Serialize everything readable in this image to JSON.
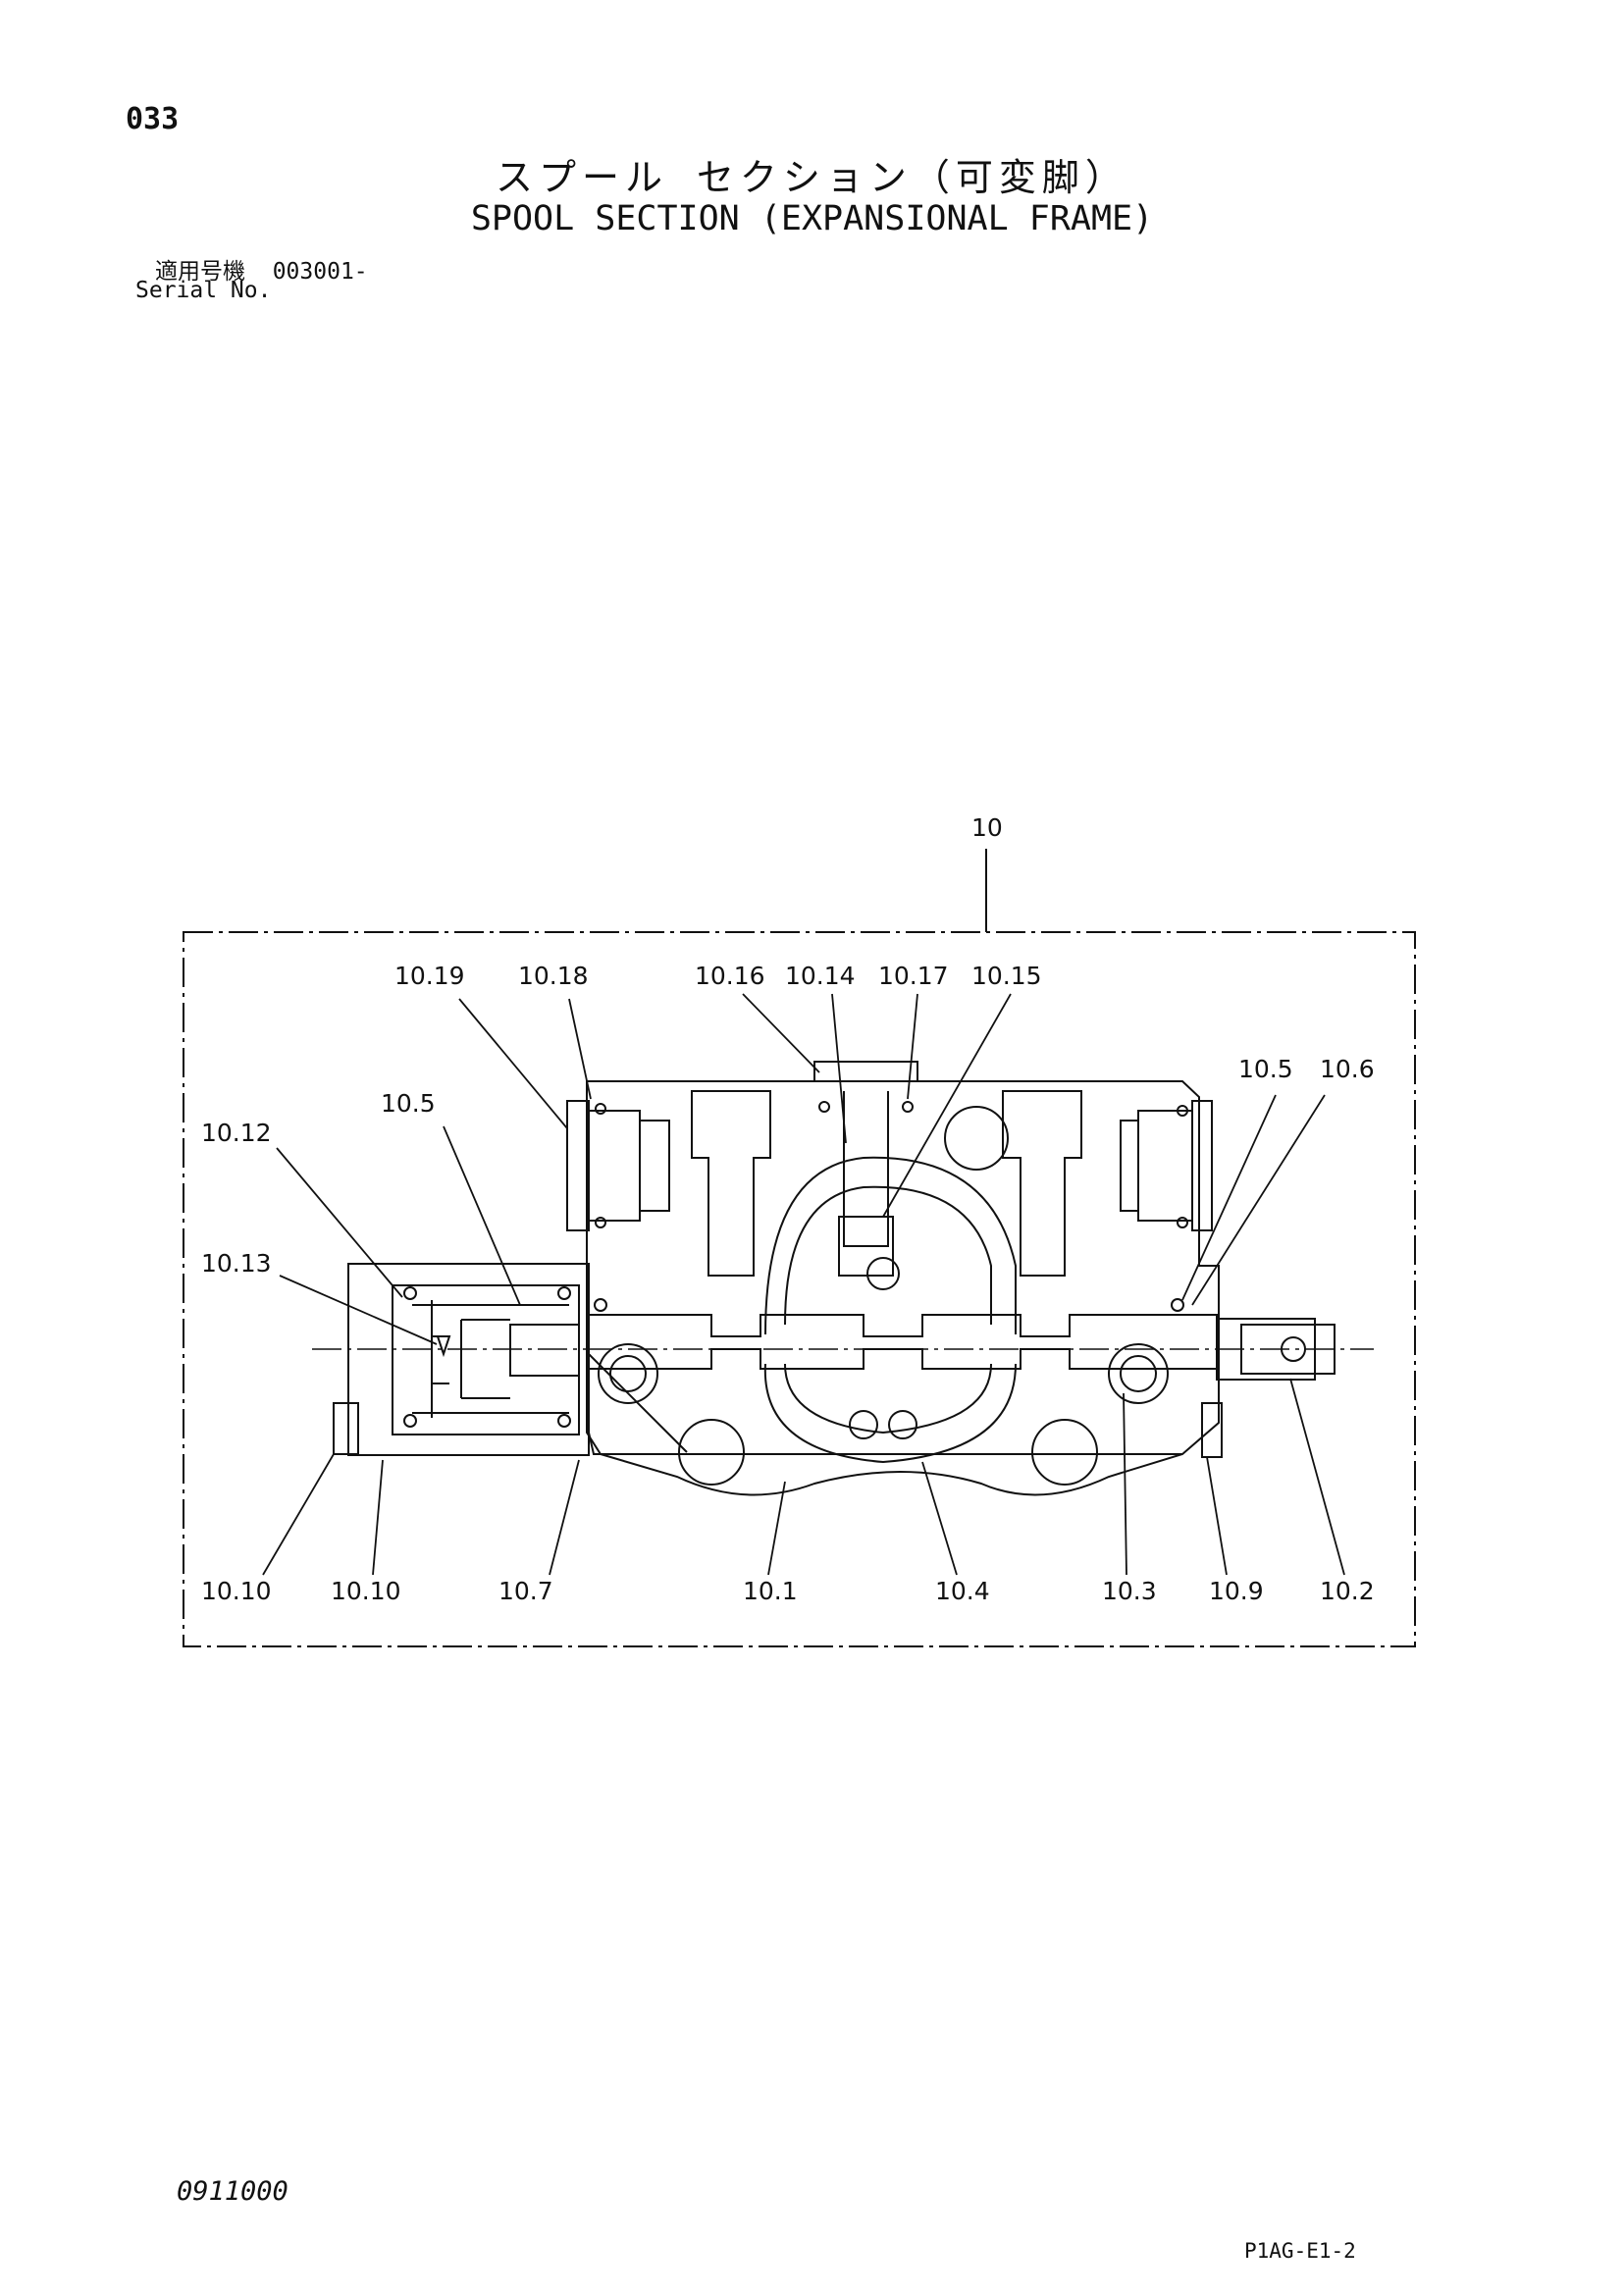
{
  "header": {
    "page_number": "033",
    "title_jp": "スプール セクション（可変脚）",
    "title_en": "SPOOL SECTION (EXPANSIONAL FRAME)",
    "serial_label_jp": "適用号機",
    "serial_value": "003001-",
    "serial_label_en": "Serial No."
  },
  "diagram": {
    "assembly_label": "10",
    "part_labels": {
      "p10_19": "10.19",
      "p10_18": "10.18",
      "p10_16": "10.16",
      "p10_14": "10.14",
      "p10_17": "10.17",
      "p10_15": "10.15",
      "p10_5_top_right": "10.5",
      "p10_6": "10.6",
      "p10_5_left": "10.5",
      "p10_12": "10.12",
      "p10_13": "10.13",
      "p10_10_a": "10.10",
      "p10_10_b": "10.10",
      "p10_7": "10.7",
      "p10_1": "10.1",
      "p10_4": "10.4",
      "p10_3": "10.3",
      "p10_9": "10.9",
      "p10_2": "10.2"
    }
  },
  "footer": {
    "code": "0911000",
    "reference": "P1AG-E1-2"
  }
}
